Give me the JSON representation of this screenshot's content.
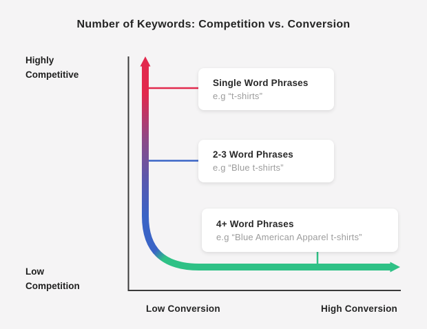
{
  "chart_data": {
    "type": "line",
    "title": "Number of Keywords: Competition vs. Conversion",
    "y_axis": {
      "top_label": "Highly Competitive",
      "bottom_label": "Low Competition"
    },
    "x_axis": {
      "left_label": "Low Conversion",
      "right_label": "High Conversion"
    },
    "curve": {
      "shape": "L-shaped decay: high competition / low conversion at top-left falling to low competition / high conversion at bottom-right",
      "gradient_along_curve": [
        "red",
        "purple",
        "blue",
        "green"
      ],
      "arrows": [
        "up-arrow at top of vertical segment",
        "right-arrow at end of horizontal segment"
      ]
    },
    "annotations": [
      {
        "label": "Single Word Phrases",
        "example": "e.g “t-shirts”",
        "connector_color": "red",
        "position": "high competition, low conversion"
      },
      {
        "label": "2-3 Word Phrases",
        "example": "e.g “Blue t-shirts”",
        "connector_color": "blue",
        "position": "medium competition, low-medium conversion"
      },
      {
        "label": "4+ Word Phrases",
        "example": "e.g “Blue American Apparel t-shirts”",
        "connector_color": "green",
        "position": "low competition, high conversion"
      }
    ],
    "legend": "none",
    "grid": "off"
  },
  "colors": {
    "red": "#e2294d",
    "purple": "#8d4a87",
    "violet": "#5659b0",
    "blue": "#3a64c6",
    "green": "#2fc186",
    "axis": "#3a3a3a",
    "background": "#f5f4f5",
    "card": "#ffffff",
    "text_dark": "#242424",
    "text_gray": "#9c9c9c"
  }
}
